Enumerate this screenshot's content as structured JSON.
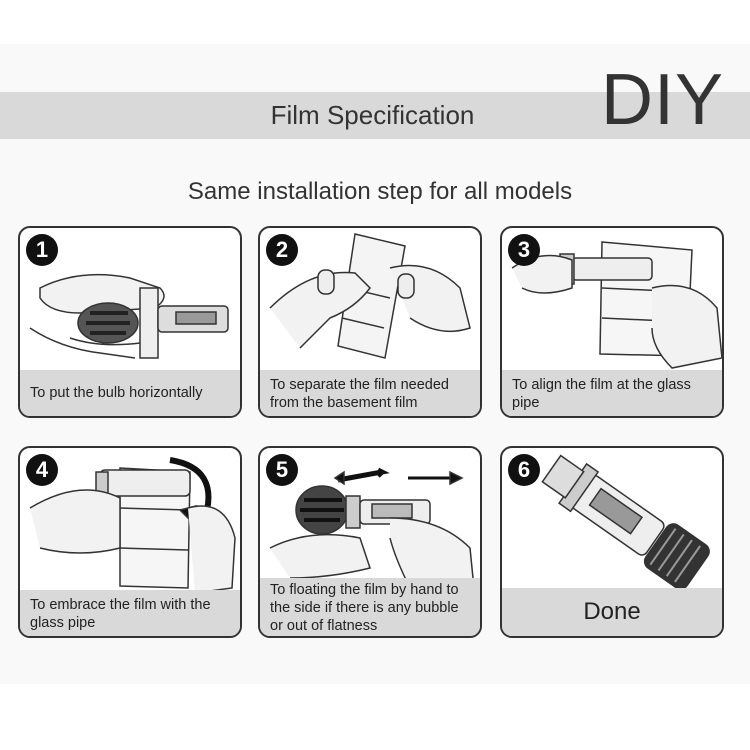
{
  "header": {
    "title": "Film Specification",
    "brand": "DIY"
  },
  "subtitle": "Same installation step for all models",
  "steps": [
    {
      "number": "1",
      "caption": "To put the bulb horizontally"
    },
    {
      "number": "2",
      "caption": "To separate the film needed from the basement film"
    },
    {
      "number": "3",
      "caption": "To align the film at the glass pipe"
    },
    {
      "number": "4",
      "caption": "To embrace the film with the glass pipe"
    },
    {
      "number": "5",
      "caption": "To floating the film by hand to the side if there is any bubble or out of flatness"
    },
    {
      "number": "6",
      "caption": "Done"
    }
  ]
}
